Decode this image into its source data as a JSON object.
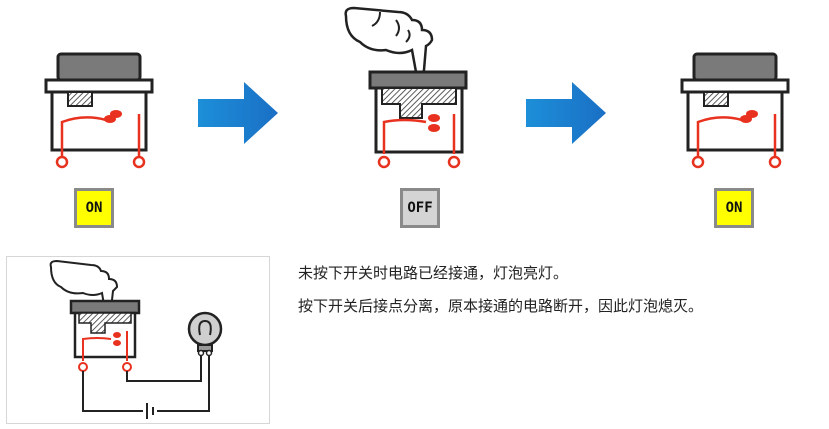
{
  "states": [
    {
      "badge": "ON",
      "color": "#ffff00"
    },
    {
      "badge": "OFF",
      "color": "#d4d4d4"
    },
    {
      "badge": "ON",
      "color": "#ffff00"
    }
  ],
  "description": {
    "line1": "未按下开关时电路已经接通，灯泡亮灯。",
    "line2": "按下开关后接点分离，原本接通的电路断开，因此灯泡熄灭。"
  },
  "colors": {
    "arrow": "#1a8fd8",
    "wire": "#e8321f",
    "switch_cap": "#7a7a7a",
    "hand_outline": "#222222"
  },
  "icons": [
    "switch-released-icon",
    "switch-pressed-icon",
    "arrow-right-icon",
    "hand-pointer-icon",
    "bulb-icon",
    "battery-icon"
  ]
}
